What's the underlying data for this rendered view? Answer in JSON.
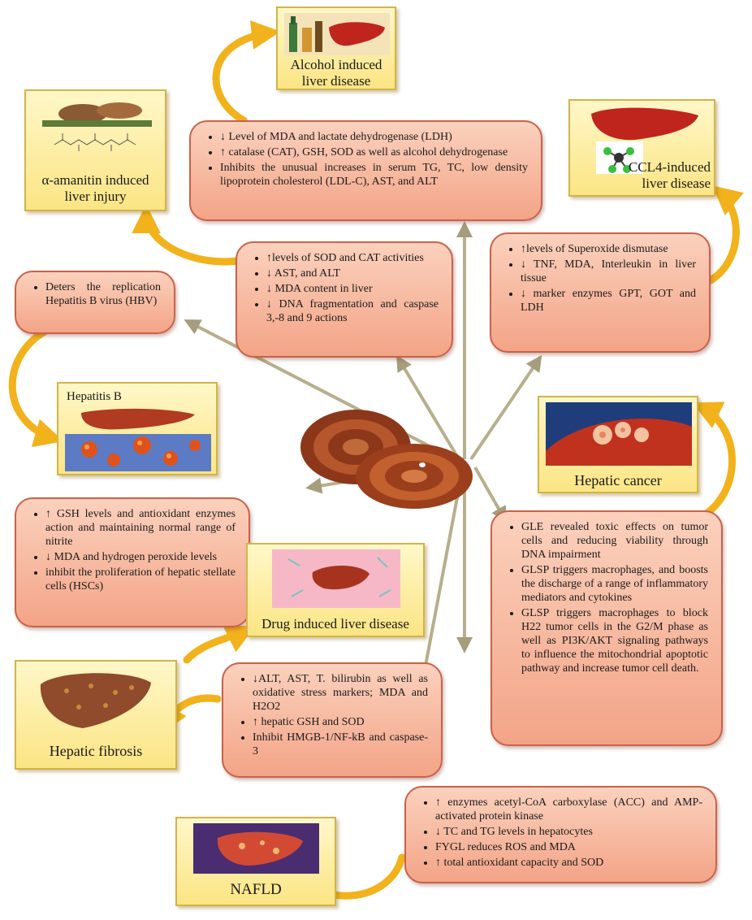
{
  "labels": {
    "alcohol": "Alcohol induced liver disease",
    "amanitin": "α-amanitin induced liver injury",
    "ccl4": "CCL4-induced liver disease",
    "hepatitis_b": "Hepatitis B",
    "hepatic_cancer": "Hepatic cancer",
    "drug": "Drug induced liver disease",
    "fibrosis": "Hepatic fibrosis",
    "nafld": "NAFLD"
  },
  "boxes": {
    "alcohol": [
      "↓ Level of MDA and lactate dehydrogenase (LDH)",
      "↑ catalase (CAT), GSH, SOD as well as alcohol dehydrogenase",
      "Inhibits the unusual increases in serum TG, TC, low density lipoprotein cholesterol (LDL-C), AST, and ALT"
    ],
    "amanitin": [
      "↑levels of SOD and CAT activities",
      "↓ AST, and ALT",
      "↓ MDA content in liver",
      "↓ DNA fragmentation and caspase 3,-8 and 9 actions"
    ],
    "ccl4": [
      "↑levels of Superoxide dismutase",
      "↓ TNF, MDA, Interleukin in liver tissue",
      "↓ marker enzymes GPT, GOT and LDH"
    ],
    "hepatitis_b": [
      "Deters the replication Hepatitis B virus (HBV)"
    ],
    "fibrosis": [
      "↑ GSH levels and antioxidant enzymes action and maintaining normal range of nitrite",
      "↓ MDA and hydrogen peroxide levels",
      "inhibit the proliferation of hepatic stellate cells (HSCs)"
    ],
    "cancer": [
      "GLE revealed toxic effects on tumor cells and reducing viability through DNA impairment",
      "GLSP triggers macrophages, and boosts the discharge of a range of inflammatory mediators and cytokines",
      "GLSP triggers macrophages to block H22 tumor cells in the G2/M phase as well as PI3K/AKT signaling pathways to influence the mitochondrial apoptotic pathway and increase tumor cell death."
    ],
    "drug": [
      "↓ALT, AST, T. bilirubin as well as oxidative stress markers; MDA and H2O2",
      "↑ hepatic GSH and SOD",
      "Inhibit HMGB-1/NF-kB and caspase-3"
    ],
    "nafld": [
      "↑ enzymes acetyl-CoA carboxylase (ACC) and AMP-activated protein kinase",
      "↓ TC and TG levels in hepatocytes",
      "FYGL reduces ROS and MDA",
      "↑ total antioxidant capacity and SOD"
    ]
  },
  "icons": {
    "center": "reishi-mushroom-icon",
    "alcohol": "alcohol-liver-icon",
    "amanitin": "mushroom-molecule-icon",
    "ccl4": "liver-molecule-icon",
    "hepatitis_b": "liver-virus-icon",
    "hepatic_cancer": "tumor-icon",
    "drug": "drug-liver-icon",
    "fibrosis": "fibrotic-liver-icon",
    "nafld": "fatty-liver-icon"
  },
  "colors": {
    "box_fill": "#f6b49a",
    "box_border": "#c9624a",
    "label_fill": "#fbe584",
    "curved_arrow": "#f2b21c",
    "connector": "#b7ae8c"
  }
}
